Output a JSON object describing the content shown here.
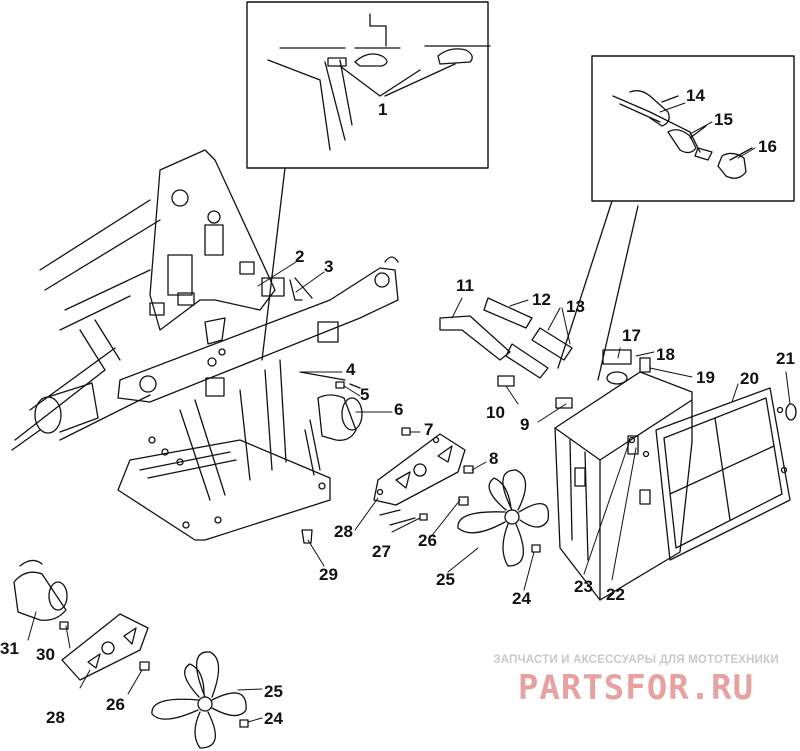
{
  "callouts": {
    "c1": "1",
    "c2": "2",
    "c3": "3",
    "c4": "4",
    "c5": "5",
    "c6": "6",
    "c7": "7",
    "c8": "8",
    "c9": "9",
    "c10": "10",
    "c11": "11",
    "c12": "12",
    "c13": "13",
    "c14": "14",
    "c15": "15",
    "c16": "16",
    "c17": "17",
    "c18": "18",
    "c19": "19",
    "c20": "20",
    "c21": "21",
    "c22": "22",
    "c23": "23",
    "c24": "24",
    "c25": "25",
    "c26": "26",
    "c27": "27",
    "c28": "28",
    "c29": "29",
    "c30": "30",
    "c31": "31",
    "c24b": "24",
    "c25b": "25",
    "c26b": "26",
    "c28b": "28"
  },
  "watermark": {
    "tagline": "ЗАПЧАСТИ И АКСЕССУАРЫ ДЛЯ МОТОТЕХНИКИ",
    "logo": "PARTSFOR.RU"
  },
  "colors": {
    "line": "#111111",
    "watermark_text": "#c9c9c9",
    "watermark_logo": "#e7a1a1"
  }
}
